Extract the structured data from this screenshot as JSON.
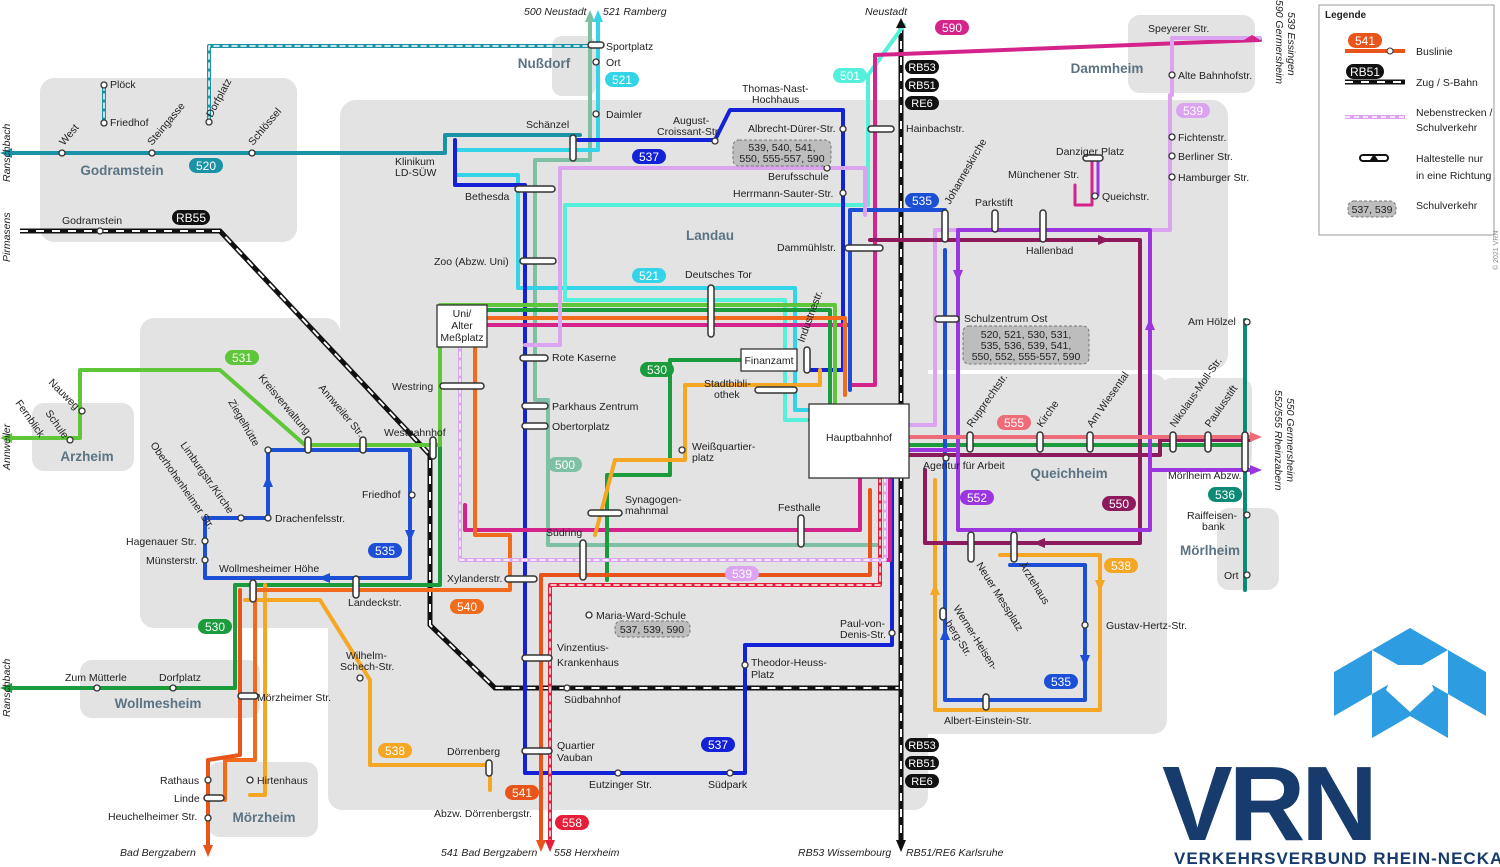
{
  "areas": {
    "landau": "Landau",
    "godramstein": "Godramstein",
    "nussdorf": "Nußdorf",
    "dammheim": "Dammheim",
    "arzheim": "Arzheim",
    "wollmesheim": "Wollmesheim",
    "moerzheim": "Mörzheim",
    "queichheim": "Queichheim",
    "moerlheim": "Mörlheim"
  },
  "line_badges": {
    "l590": "590",
    "l501": "501",
    "l521a": "521",
    "l520": "520",
    "l537a": "537",
    "l535a": "535",
    "l521b": "521",
    "l531": "531",
    "l530a": "530",
    "l500": "500",
    "l535b": "535",
    "l540": "540",
    "l530b": "530",
    "l538a": "538",
    "l537b": "537",
    "l541": "541",
    "l558": "558",
    "l539a": "539",
    "l539b": "539",
    "l555": "555",
    "l552": "552",
    "l550": "550",
    "l538b": "538",
    "l535c": "535",
    "l536": "536",
    "rb55": "RB55",
    "rb53a": "RB53",
    "rb51a": "RB51",
    "re6a": "RE6",
    "rb53b": "RB53",
    "rb51b": "RB51",
    "re6b": "RE6"
  },
  "stops": {
    "ploeck": "Plöck",
    "friedhof_g": "Friedhof",
    "steingasse": "Steingasse",
    "dorfplatz_g": "Dorfplatz",
    "schloessel": "Schlössel",
    "west": "West",
    "godramstein_bf": "Godramstein",
    "sportplatz": "Sportplatz",
    "ort_n": "Ort",
    "daimler": "Daimler",
    "schaenzel": "Schänzel",
    "klinikum1": "Klinikum",
    "klinikum2": "LD-SÜW",
    "bethesda": "Bethesda",
    "august1": "August-",
    "august2": "Croissant-Str.",
    "thomas1": "Thomas-Nast-",
    "thomas2": "Hochhaus",
    "albrecht": "Albrecht-Dürer-Str.",
    "berufsschule": "Berufsschule",
    "herrmann": "Herrmann-Sauter-Str.",
    "hainbach": "Hainbachstr.",
    "dammuehl": "Dammühlstr.",
    "zoo": "Zoo (Abzw. Uni)",
    "deutsches_tor": "Deutsches Tor",
    "uni1": "Uni/",
    "uni2": "Alter",
    "uni3": "Meßplatz",
    "rote_kaserne": "Rote Kaserne",
    "parkhaus": "Parkhaus Zentrum",
    "obertor": "Obertorplatz",
    "industrie": "Industriestr.",
    "finanzamt": "Finanzamt",
    "stadtbib1": "Stadtbibli-",
    "stadtbib2": "othek",
    "westring": "Westring",
    "westbahnhof": "Westbahnhof",
    "hauptbahnhof": "Hauptbahnhof",
    "weissq1": "Weißquartier-",
    "weissq2": "platz",
    "synagoge1": "Synagogen-",
    "synagoge2": "mahnmal",
    "festhalle": "Festhalle",
    "suedring": "Südring",
    "xylander": "Xylanderstr.",
    "landeck": "Landeckstr.",
    "friedhof_l": "Friedhof",
    "maria_ward": "Maria-Ward-Schule",
    "vinzentius1": "Vinzentius-",
    "vinzentius2": "Krankenhaus",
    "suedbahnhof": "Südbahnhof",
    "quartier1": "Quartier",
    "quartier2": "Vauban",
    "doerrenberg": "Dörrenberg",
    "eutzinger": "Eutzinger Str.",
    "suedpark": "Südpark",
    "theodor1": "Theodor-Heuss-",
    "theodor2": "Platz",
    "paul1": "Paul-von-",
    "paul2": "Denis-Str.",
    "abzw_doerren": "Abzw. Dörrenbergstr.",
    "nauweg": "Nauweg",
    "schule": "Schule",
    "fernblick": "Fernblick",
    "kreisverwaltung": "Kreisverwaltung",
    "annweiler_str": "Annweiler Str.",
    "ziegelhuette": "Ziegelhütte",
    "limburg": "Limburgstr./Kirche",
    "oberhohen": "Oberhohenheimer Str.",
    "drachenfels": "Drachenfelsstr.",
    "hagenauer": "Hagenauer Str.",
    "muenster": "Münsterstr.",
    "wollmesheimer_hoehe": "Wollmesheimer Höhe",
    "zum_muetterle": "Zum Mütterle",
    "dorfplatz_w": "Dorfplatz",
    "moerzheimer_str": "Mörzheimer Str.",
    "wilhelm1": "Wilhelm-",
    "wilhelm2": "Schech-Str.",
    "rathaus": "Rathaus",
    "hirtenhaus": "Hirtenhaus",
    "linde": "Linde",
    "heuchelheimer": "Heuchelheimer Str.",
    "speyerer": "Speyerer Str.",
    "alte_bahnhof": "Alte Bahnhofstr.",
    "fichten": "Fichtenstr.",
    "berliner": "Berliner Str.",
    "hamburger": "Hamburger Str.",
    "johanneskirche": "Johanneskirche",
    "parkstift": "Parkstift",
    "muenchener": "Münchener Str.",
    "danziger": "Danziger Platz",
    "queichstr": "Queichstr.",
    "hallenbad": "Hallenbad",
    "schulzentrum": "Schulzentrum Ost",
    "amhoelzel": "Am Hölzel",
    "rupprecht": "Rupprechtstr.",
    "kirche_q": "Kirche",
    "wiesental": "Am Wiesental",
    "nikolaus": "Nikolaus-Moll-Str.",
    "paulus": "Paulusstift",
    "agentur": "Agentur für Arbeit",
    "moerlheim_abzw": "Mörlheim Abzw.",
    "raiffeisen1": "Raiffeisen-",
    "raiffeisen2": "bank",
    "ort_m": "Ort",
    "neuer_messplatz": "Neuer Messplatz",
    "aerztehaus": "Ärztehaus",
    "werner1": "Werner-Heisen-",
    "werner2": "berg-Str.",
    "gustav": "Gustav-Hertz-Str.",
    "albert": "Albert-Einstein-Str."
  },
  "school_boxes": {
    "box1": [
      "539, 540, 541,",
      "550, 555-557, 590"
    ],
    "box2": [
      "520, 521, 530, 531,",
      "535, 536, 539, 541,",
      "550, 552, 555-557, 590"
    ],
    "box3": [
      "537, 539, 590"
    ]
  },
  "destinations": {
    "neustadt500": "500 Neustadt",
    "ramberg521": "521 Ramberg",
    "neustadt": "Neustadt",
    "essingen": "539 Essingen",
    "germersheim590": "590 Germersheim",
    "ranschbach1": "Ranschbach",
    "pirmasens": "Pirmasens",
    "annweiler": "Annweiler",
    "ranschbach2": "Ranschbach",
    "germersheim550": "550 Germersheim",
    "rheinzabern": "552/555 Rheinzabern",
    "bergzabern": "Bad Bergzabern",
    "bergzabern541": "541 Bad Bergzabern",
    "herxheim558": "558 Herxheim",
    "wissembourg": "RB53 Wissembourg",
    "karlsruhe": "RB51/RE6 Karlsruhe"
  },
  "legend": {
    "title": "Legende",
    "bus_badge": "541",
    "bus_label": "Buslinie",
    "train_badge": "RB51",
    "train_label": "Zug / S-Bahn",
    "secondary_label1": "Nebenstrecken /",
    "secondary_label2": "Schulverkehr",
    "stop_label1": "Haltestelle nur",
    "stop_label2": "in eine Richtung",
    "school_badge": "537, 539",
    "school_label": "Schulverkehr"
  },
  "copyright": "© 2021 VRN",
  "logo": {
    "wordmark": "VRN",
    "subtitle": "VERKEHRSVERBUND RHEIN-NECKAR"
  },
  "colors": {
    "area": "#e3e3e3",
    "l520": "#1a93a6",
    "l521": "#33d4e8",
    "l501": "#54f0dc",
    "l500": "#7ec0a4",
    "l530": "#1a9c3c",
    "l531": "#5ec638",
    "l535": "#1d4fd6",
    "l537": "#1322d6",
    "l538": "#f5a623",
    "l539": "#dba3f0",
    "l540": "#f26a1b",
    "l541": "#e8541a",
    "l550": "#8c1a5c",
    "l552": "#9b35e0",
    "l555": "#ee6b7a",
    "l558": "#e51e3a",
    "l590": "#d4238a",
    "l536": "#0d8a76",
    "rail": "#111111",
    "vrn_blue": "#173b6c",
    "vrn_light": "#2d9ce0"
  }
}
